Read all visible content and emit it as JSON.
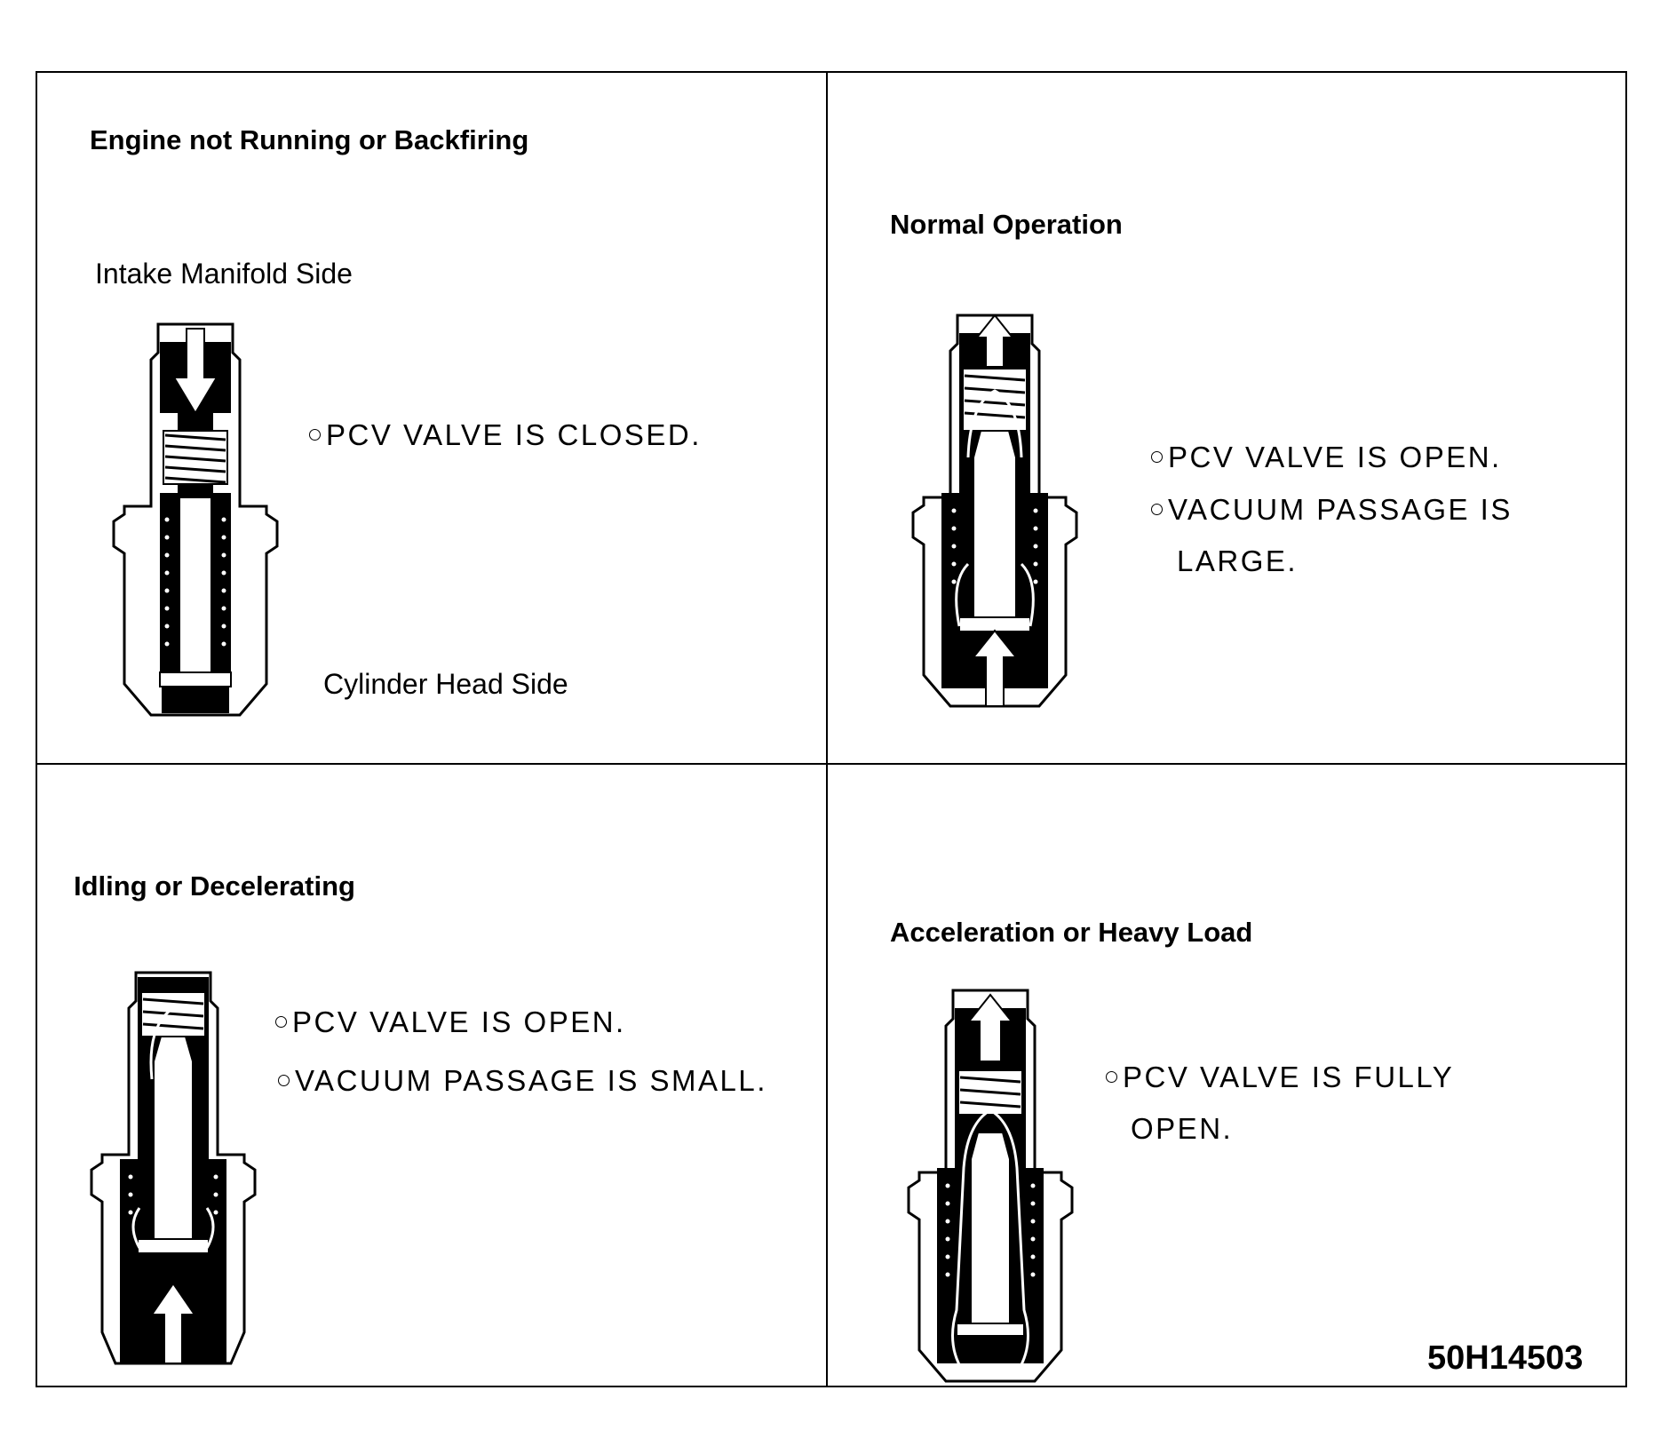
{
  "figure_code": "50H14503",
  "panels": [
    {
      "title": "Engine not Running or Backfiring",
      "labels": {
        "top": "Intake Manifold Side",
        "bottom": "Cylinder Head Side"
      },
      "notes": [
        "PCV VALVE IS CLOSED."
      ],
      "state": "closed"
    },
    {
      "title": "Normal Operation",
      "notes": [
        "PCV VALVE IS OPEN.",
        "VACUUM PASSAGE IS",
        "LARGE."
      ],
      "state": "open-large"
    },
    {
      "title": "Idling or Decelerating",
      "notes": [
        "PCV VALVE IS OPEN.",
        "VACUUM PASSAGE IS SMALL."
      ],
      "state": "open-small"
    },
    {
      "title": "Acceleration or Heavy Load",
      "notes": [
        "PCV VALVE IS FULLY",
        "OPEN."
      ],
      "state": "fully-open"
    }
  ]
}
